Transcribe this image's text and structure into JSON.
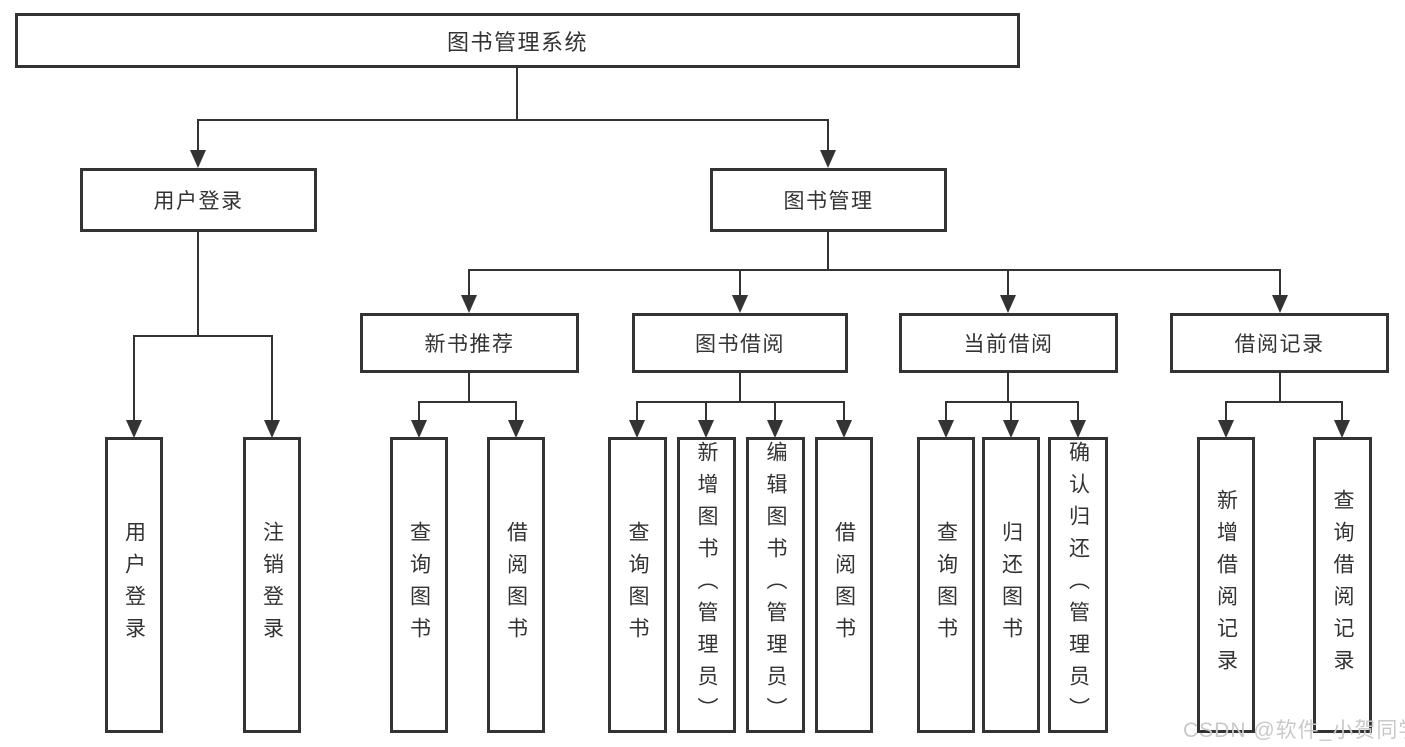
{
  "tree": {
    "root": {
      "label": "图书管理系统"
    },
    "branches": [
      {
        "label": "用户登录",
        "children": [
          {
            "label": "用户登录"
          },
          {
            "label": "注销登录"
          }
        ]
      },
      {
        "label": "图书管理",
        "children": [
          {
            "label": "新书推荐",
            "children": [
              {
                "label": "查询图书"
              },
              {
                "label": "借阅图书"
              }
            ]
          },
          {
            "label": "图书借阅",
            "children": [
              {
                "label": "查询图书"
              },
              {
                "label": "新增图书（管理员）"
              },
              {
                "label": "编辑图书（管理员）"
              },
              {
                "label": "借阅图书"
              }
            ]
          },
          {
            "label": "当前借阅",
            "children": [
              {
                "label": "查询图书"
              },
              {
                "label": "归还图书"
              },
              {
                "label": "确认归还（管理员）"
              }
            ]
          },
          {
            "label": "借阅记录",
            "children": [
              {
                "label": "新增借阅记录"
              },
              {
                "label": "查询借阅记录"
              }
            ]
          }
        ]
      }
    ]
  },
  "watermark": {
    "text": "CSDN @软件_小贺同学"
  },
  "colors": {
    "line": "#333333",
    "border": "#333333",
    "text": "#333333",
    "background": "#ffffff",
    "watermark": "#c9c9c9"
  }
}
